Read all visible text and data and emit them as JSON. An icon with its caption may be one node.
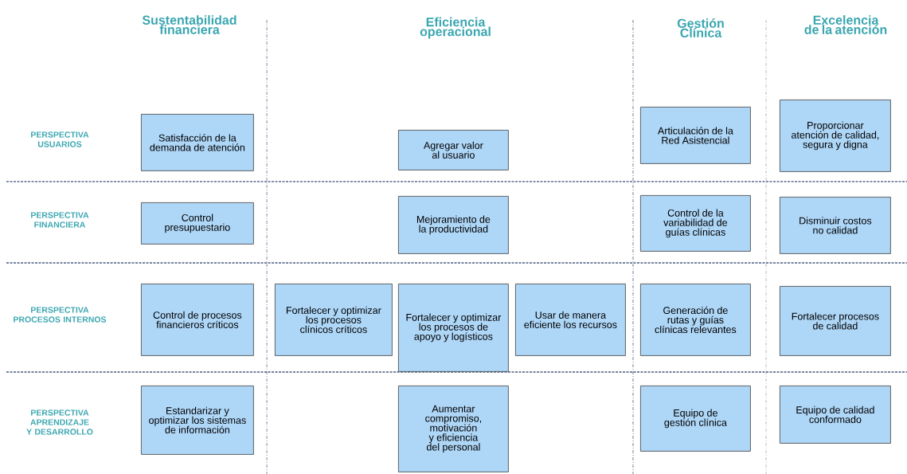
{
  "diagram": {
    "nodes": [
      {
        "text": [
          "Satisfacción de la demanda de atención"
        ]
      },
      {
        "text": [
          "Agregar valor al usuario"
        ]
      },
      {
        "text": [
          "Articulación de la Red Asistencial"
        ]
      },
      {
        "text": [
          "Proporcionar atención de calidad, segura y digna"
        ]
      },
      {
        "text": [
          "Control presupuestario"
        ]
      },
      {
        "text": [
          "Mejoramiento de la productividad"
        ]
      },
      {
        "text": [
          "Control de la variabilidad de guías clínicas"
        ]
      },
      {
        "text": [
          "Disminuir costos no calidad"
        ]
      },
      {
        "text": [
          "Control de procesos financieros críticos"
        ]
      },
      {
        "text": [
          "Fortalecer y optimizar los procesos clínicos críticos"
        ]
      },
      {
        "text": [
          "Fortalecer y optimizar los procesos de apoyo y logísticos"
        ]
      },
      {
        "text": [
          "Usar de manera eficiente los recursos"
        ]
      },
      {
        "text": [
          "Generación de rutas y guías clínicas relevantes"
        ]
      },
      {
        "text": [
          "Fortalecer procesos de calidad"
        ]
      },
      {
        "text": [
          "Estandarizar y optimizar los sistemas de información"
        ]
      },
      {
        "text": [
          "Aumentar compromiso, motivación y eficiencia del personal"
        ]
      },
      {
        "text": [
          "Equipo de gestión clínica"
        ]
      },
      {
        "text": [
          "Equipo de calidad conformado"
        ]
      }
    ],
    "labels": [
      "Sustentabilidad financiera",
      "Eficiencia operacional",
      "Gestión Clínica",
      "Excelencia de la atención",
      "PERSPECTIVA USUARIOS",
      "PERSPECTIVA FINANCIERA",
      "PERSPECTIVA PROCESOS INTERNOS",
      "PERSPECTIVA APRENDIZAJE Y DESARROLLO"
    ]
  }
}
